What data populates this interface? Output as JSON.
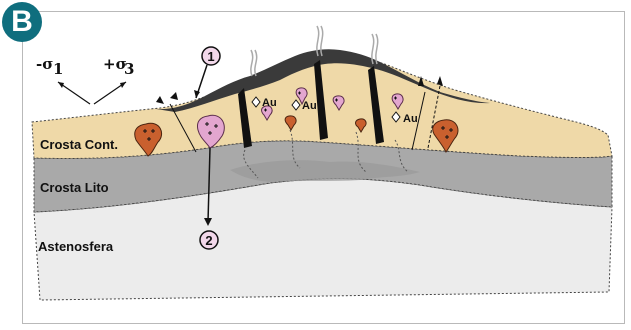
{
  "panel": {
    "badge": "B"
  },
  "stress": {
    "sigma1": "-σ",
    "sigma1_sub": "1",
    "sigma3": "+σ",
    "sigma3_sub": "3"
  },
  "layers": {
    "crust": "Crosta Cont.",
    "litho": "Crosta Lito",
    "astheno": "Astenosfera"
  },
  "markers": {
    "m1": "1",
    "m2": "2"
  },
  "mineral": {
    "au": "Au"
  },
  "colors": {
    "crust": "#efd9a8",
    "litho": "#a9a9a9",
    "astheno": "#ececec",
    "badge": "#0f6e7e",
    "pluton_pink": "#e3a6cf",
    "pluton_brown": "#c9602e",
    "volcanic": "#3a3a3a"
  }
}
